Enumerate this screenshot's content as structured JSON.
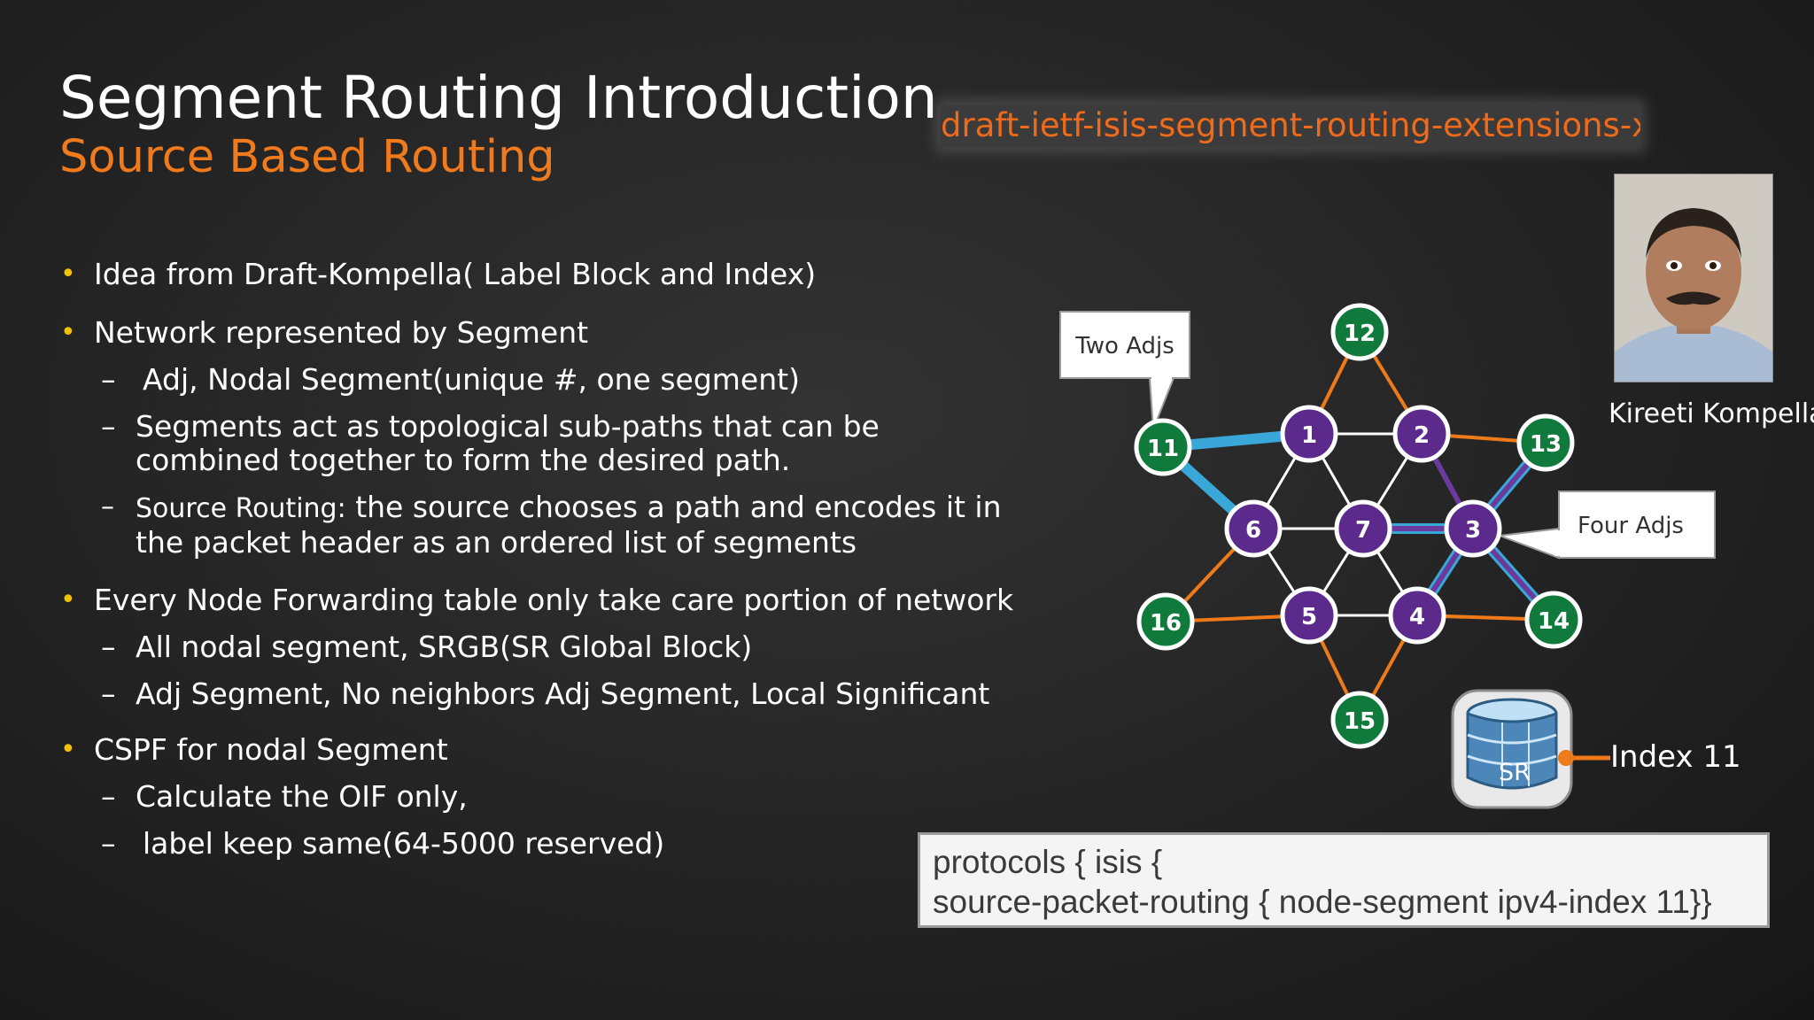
{
  "slide": {
    "title": "Segment Routing Introduction",
    "subtitle": "Source Based Routing",
    "draft_tag": "draft-ietf-isis-segment-routing-extensions-xx"
  },
  "bullets": [
    {
      "text": "Idea from Draft-Kompella( Label Block and Index)",
      "subs": []
    },
    {
      "text": "Network represented by Segment",
      "subs": [
        "Adj, Nodal Segment(unique #, one segment)",
        "Segments act as topological sub-paths that can be combined together to form the desired path.",
        {
          "lead": "Source Routing:",
          "rest": " the source chooses a path and encodes it in the packet header as an ordered list of segments"
        }
      ]
    },
    {
      "text": "Every Node Forwarding table only take care portion of network",
      "subs": [
        "All nodal segment, SRGB(SR Global Block)",
        "Adj Segment, No neighbors Adj Segment, Local Significant"
      ]
    },
    {
      "text": "CSPF for nodal Segment",
      "subs": [
        "Calculate the OIF only,",
        "label keep same(64-5000 reserved)"
      ]
    }
  ],
  "diagram": {
    "callouts": {
      "two_adjs": "Two Adjs",
      "four_adjs": "Four Adjs"
    },
    "nodes": [
      {
        "id": "12",
        "kind": "edge"
      },
      {
        "id": "1",
        "kind": "core"
      },
      {
        "id": "2",
        "kind": "core"
      },
      {
        "id": "11",
        "kind": "edge"
      },
      {
        "id": "13",
        "kind": "edge"
      },
      {
        "id": "6",
        "kind": "core"
      },
      {
        "id": "7",
        "kind": "core"
      },
      {
        "id": "3",
        "kind": "core"
      },
      {
        "id": "16",
        "kind": "edge"
      },
      {
        "id": "5",
        "kind": "core"
      },
      {
        "id": "4",
        "kind": "core"
      },
      {
        "id": "14",
        "kind": "edge"
      },
      {
        "id": "15",
        "kind": "edge"
      }
    ],
    "links": [
      {
        "from": "1",
        "to": "2",
        "style": "white"
      },
      {
        "from": "1",
        "to": "6",
        "style": "white"
      },
      {
        "from": "1",
        "to": "7",
        "style": "white"
      },
      {
        "from": "2",
        "to": "7",
        "style": "white"
      },
      {
        "from": "6",
        "to": "7",
        "style": "white"
      },
      {
        "from": "6",
        "to": "5",
        "style": "white"
      },
      {
        "from": "7",
        "to": "5",
        "style": "white"
      },
      {
        "from": "7",
        "to": "4",
        "style": "white"
      },
      {
        "from": "5",
        "to": "4",
        "style": "white"
      },
      {
        "from": "12",
        "to": "1",
        "style": "orange"
      },
      {
        "from": "12",
        "to": "2",
        "style": "orange"
      },
      {
        "from": "2",
        "to": "13",
        "style": "orange"
      },
      {
        "from": "6",
        "to": "16",
        "style": "orange"
      },
      {
        "from": "16",
        "to": "5",
        "style": "orange"
      },
      {
        "from": "5",
        "to": "15",
        "style": "orange"
      },
      {
        "from": "4",
        "to": "15",
        "style": "orange"
      },
      {
        "from": "4",
        "to": "14",
        "style": "orange"
      },
      {
        "from": "11",
        "to": "1",
        "style": "blue"
      },
      {
        "from": "11",
        "to": "6",
        "style": "blue"
      },
      {
        "from": "3",
        "to": "13",
        "style": "blue"
      },
      {
        "from": "3",
        "to": "14",
        "style": "blue"
      },
      {
        "from": "3",
        "to": "4",
        "style": "blue"
      },
      {
        "from": "7",
        "to": "3",
        "style": "blue"
      },
      {
        "from": "2",
        "to": "3",
        "style": "purple"
      },
      {
        "from": "7",
        "to": "3",
        "style": "purple"
      },
      {
        "from": "3",
        "to": "4",
        "style": "purple"
      },
      {
        "from": "3",
        "to": "14",
        "style": "purple"
      },
      {
        "from": "3",
        "to": "13",
        "style": "purple"
      }
    ],
    "colors": {
      "edge_node": "#0f7a3c",
      "core_node": "#5b2a8c",
      "blue_adj": "#39a7d8",
      "purple_adj": "#6a3a9c",
      "orange_link": "#ee7a1a"
    }
  },
  "person": {
    "caption": "Kireeti Kompella"
  },
  "sr_database": {
    "icon": "database-icon",
    "label": "SR",
    "index_label": "Index 11"
  },
  "config": {
    "line1": "protocols { isis {",
    "line2": "source-packet-routing { node-segment ipv4-index 11}}"
  }
}
